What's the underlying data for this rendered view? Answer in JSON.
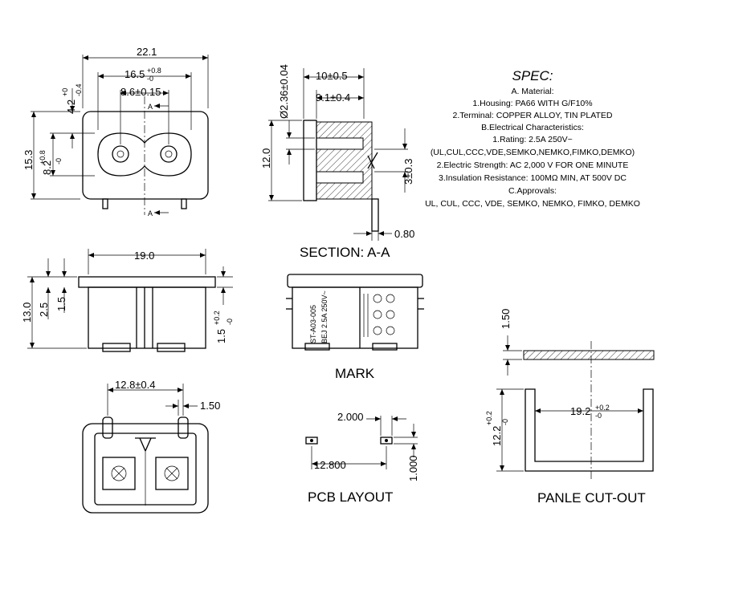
{
  "front_view": {
    "dims": {
      "overall_width": "22.1",
      "inner_width": "16.5",
      "inner_width_tol_upper": "+0.8",
      "inner_width_tol_lower": "-0",
      "pin_pitch": "8.6±0.15",
      "section_marker_top": "A",
      "section_marker_bottom": "A",
      "overall_height": "15.3",
      "top_offset": "4.2",
      "top_offset_tol_upper": "+0",
      "top_offset_tol_lower": "-0.4",
      "inner_height": "8.2",
      "inner_height_tol_upper": "+0.8",
      "inner_height_tol_lower": "-0"
    }
  },
  "section_view": {
    "caption": "SECTION: A-A",
    "dims": {
      "depth_outer": "10±0.5",
      "depth_inner": "9.1±0.4",
      "pin_diameter": "Ø2.36±0.04",
      "height": "12.0",
      "slot": "3±0.3",
      "pin_thickness": "0.80"
    }
  },
  "spec": {
    "title": "SPEC:",
    "lines": [
      "A. Material:",
      "1.Housing: PA66 WITH G/F10%",
      "2.Terminal: COPPER ALLOY, TIN PLATED",
      "B.Electrical Characteristics:",
      "1.Rating:  2.5A 250V~",
      "(UL,CUL,CCC,VDE,SEMKO,NEMKO,FIMKO,DEMKO)",
      "2.Electric Strength: AC 2,000 V FOR ONE MINUTE",
      "3.Insulation Resistance: 100MΩ MIN, AT 500V DC",
      "C.Approvals:",
      "UL, CUL, CCC, VDE, SEMKO, NEMKO, FIMKO, DEMKO"
    ]
  },
  "side_view": {
    "dims": {
      "width": "19.0",
      "height": "13.0",
      "mid": "2.5",
      "small": "1.5",
      "flange": "1.5",
      "flange_tol_upper": "+0.2",
      "flange_tol_lower": "-0"
    }
  },
  "mark_view": {
    "caption": "MARK",
    "text_model": "ST-A03-005",
    "text_rating": "BEJ 2.5A 250V~"
  },
  "bottom_view": {
    "dims": {
      "pin_span": "12.8±0.4",
      "pin_width": "1.50"
    }
  },
  "pcb_layout": {
    "caption": "PCB LAYOUT",
    "dims": {
      "pad_width": "2.000",
      "pad_pitch": "12.800",
      "pad_height": "1.000"
    }
  },
  "panel_cutout": {
    "caption": "PANLE CUT-OUT",
    "dims": {
      "panel_thickness": "1.50",
      "cutout_width": "19.2",
      "cutout_width_tol_upper": "+0.2",
      "cutout_width_tol_lower": "-0",
      "cutout_height": "12.2",
      "cutout_height_tol_upper": "+0.2",
      "cutout_height_tol_lower": "-0"
    }
  }
}
